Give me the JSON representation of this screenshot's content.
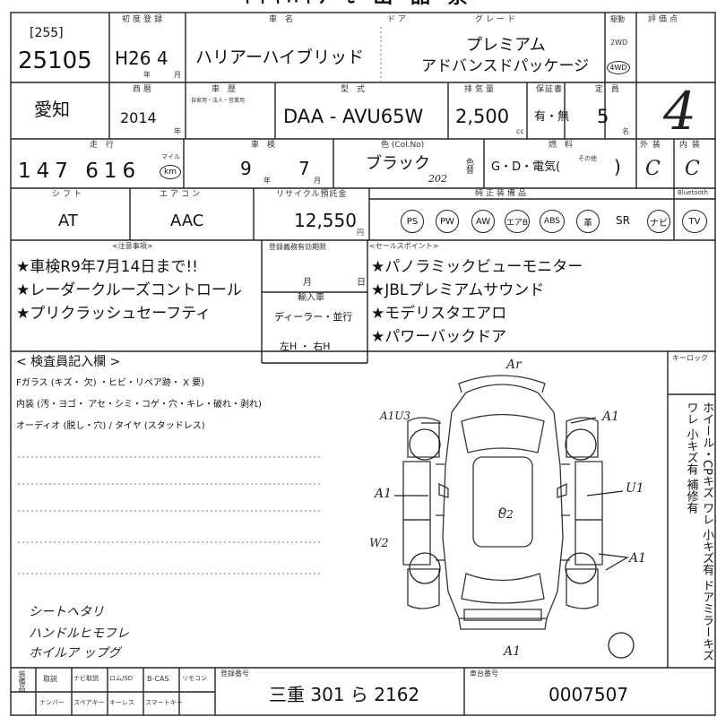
{
  "header": {
    "title_partial": "ｷｷｷﾊｷｸ ｾ 出 品 票"
  },
  "row1": {
    "lot_label": "[255]",
    "lot_number": "25105",
    "first_reg_label": "初度登録",
    "first_reg_value": "H26 4",
    "year_unit": "年",
    "month_unit": "月",
    "car_name_label": "車 名",
    "car_name": "ハリアーハイブリッド",
    "door_label": "ドア",
    "grade_label": "グレード",
    "grade_line1": "プレミアム",
    "grade_line2": "アドバンスドパッケージ",
    "drive_label": "駆動",
    "drive_2wd": "2WD",
    "drive_4wd": "4WD",
    "score_label": "評価点",
    "score_value": "4"
  },
  "row2": {
    "region": "愛知",
    "western_year_label": "西暦",
    "western_year": "2014",
    "year_unit": "年",
    "vehicle_label": "車 歴",
    "vehicle_sub": "自家用・法人・営業用",
    "model_label": "型 式",
    "model": "DAA - AVU65W",
    "displacement_label": "排気量",
    "displacement": "2,500",
    "cc": "cc",
    "warranty_label": "保証書",
    "warranty_value": "有・無",
    "capacity_label": "定 員",
    "capacity": "5",
    "capacity_unit": "名"
  },
  "row3": {
    "mileage_label": "走 行",
    "mileage": "147 616",
    "mileage_unit": "km",
    "mileage_mile": "マイル",
    "shaken_label": "車 検",
    "shaken_month": "9",
    "shaken_day": "7",
    "year_unit": "年",
    "month_unit": "月",
    "color_label": "色 (Col.No)",
    "color": "ブラック",
    "color_no": "202",
    "color_change": "色替",
    "fuel_label": "燃 料",
    "fuel_value": "G・D・電気(",
    "fuel_other": "その他",
    "exterior_label": "外 装",
    "exterior_grade": "C",
    "interior_label": "内 装",
    "interior_grade": "C"
  },
  "row4": {
    "shift_label": "シフト",
    "shift": "AT",
    "ac_label": "エアコン",
    "ac": "AAC",
    "recycle_label": "リサイクル預託金",
    "recycle": "12,550",
    "yen": "円",
    "equipment_label": "純正装備品",
    "equipment": [
      "PS",
      "PW",
      "AW",
      "エアB",
      "ABS",
      "革",
      "SR",
      "ナビ",
      "TV"
    ],
    "smartkey_label": "Bluetooth"
  },
  "notes": {
    "caution_label": "<注意事項>",
    "caution_items": [
      "★車検R9年7月14日まで!!",
      "★レーダークルーズコントロール",
      "★プリクラッシュセーフティ"
    ],
    "reg_date_label": "登録義務有効期限",
    "reg_month": "月",
    "reg_day": "日",
    "import_label": "輸入車",
    "import_value": "ディーラー・並行",
    "handle_value": "左H ・ 右H",
    "sales_label": "<セールスポイント>",
    "sales_items": [
      "★パノラミックビューモニター",
      "★JBLプレミアムサウンド",
      "★モデリスタエアロ",
      "★パワーバックドア"
    ]
  },
  "inspection": {
    "title": "< 検査員記入欄 >",
    "line1": "Fガラス (キズ・ 欠) ・ヒビ・リペア跡・ X 要)",
    "line2": "内装 (汚・ヨゴ・ アセ・シミ・コゲ・穴・キレ・破れ・剥れ)",
    "line3": "オーディオ (脱し・穴) / タイヤ (スタッドレス)",
    "hand_notes": [
      "シートヘタリ",
      "ハンドルヒモフレ",
      "ホイルア ップグ"
    ],
    "keylock_label": "キーロック",
    "side_note": "ホイール・CPキズ ワレ 小キズ有 ドアミラーキズ ワレ 小キズ有 補修有"
  },
  "diagram_marks": [
    "Ar",
    "A1U3",
    "A1",
    "A1",
    "U1",
    "U2",
    "W2",
    "A1",
    "A1"
  ],
  "footer": {
    "col1_label": "装備品",
    "labels_top": [
      "取説",
      "ナビ取説",
      "ロム/SD",
      "B-CAS",
      "リモコン"
    ],
    "labels_bottom": [
      "ナンバー",
      "スペアキー",
      "キーレス",
      "スマートキー"
    ],
    "plate_label": "登録番号",
    "plate": "三重 301 ら 2162",
    "chassis_label": "車台番号",
    "chassis": "0007507"
  }
}
